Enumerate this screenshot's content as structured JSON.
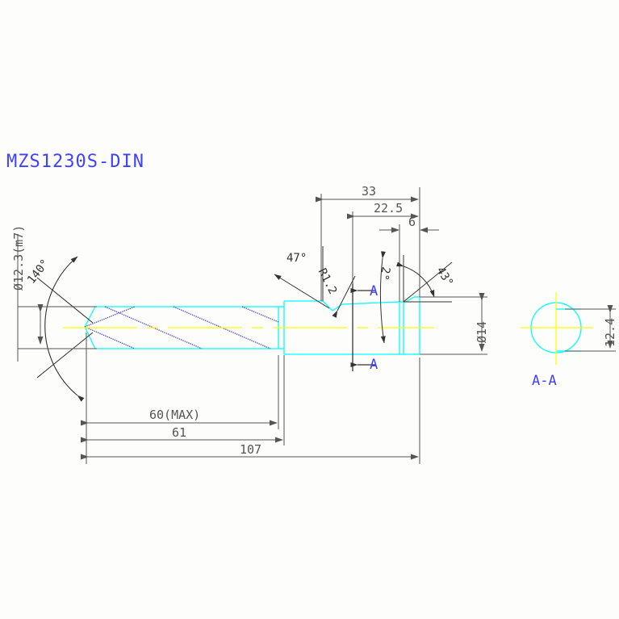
{
  "drawing": {
    "title": "MZS1230S-DIN",
    "background_color": "#fdfefb",
    "title_color": "#4040ff",
    "outline_color": "#00ffff",
    "flute_color": "#3a3ad0",
    "centerline_color": "#ffff00",
    "dimension_color": "#555555",
    "annotation_color": "#333333",
    "section_label_color": "#4040ff"
  },
  "dimensions": {
    "shank_diameter": "Ø12.3(m7)",
    "point_angle": "140°",
    "length_33": "33",
    "length_22_5": "22.5",
    "length_6": "6",
    "chamfer_47": "47°",
    "radius_r1_2": "R1.2",
    "taper_2": "2°",
    "chamfer_43": "43°",
    "head_diameter": "Ø14",
    "flute_length": "60(MAX)",
    "length_61": "61",
    "overall_length": "107",
    "section_width": "12.4"
  },
  "section_view": {
    "mark_top": "A",
    "mark_bottom": "A",
    "caption": "A-A"
  }
}
